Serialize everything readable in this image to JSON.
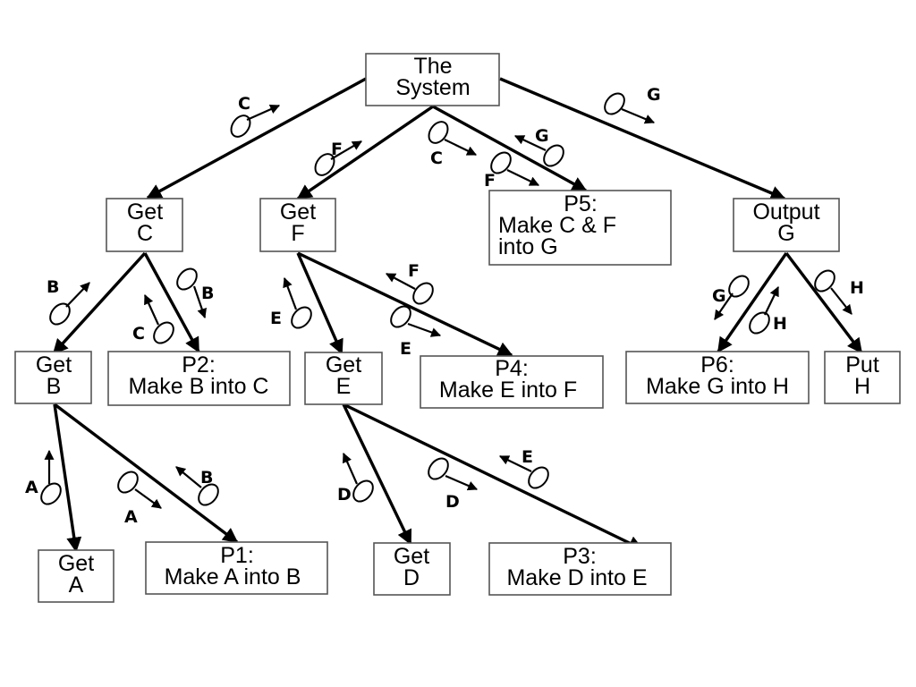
{
  "nodes": {
    "system": [
      "The",
      "System"
    ],
    "get_c": [
      "Get",
      "C"
    ],
    "get_f": [
      "Get",
      "F"
    ],
    "p5": [
      "P5:",
      "Make C & F",
      "into G"
    ],
    "output_g": [
      "Output",
      "G"
    ],
    "get_b": [
      "Get",
      "B"
    ],
    "p2": [
      "P2:",
      "Make B into C"
    ],
    "get_e": [
      "Get",
      "E"
    ],
    "p4": [
      "P4:",
      "Make E into F"
    ],
    "p6": [
      "P6:",
      "Make G into H"
    ],
    "put_h": [
      "Put",
      "H"
    ],
    "get_a": [
      "Get",
      "A"
    ],
    "p1": [
      "P1:",
      "Make A into B"
    ],
    "get_d": [
      "Get",
      "D"
    ],
    "p3": [
      "P3:",
      "Make D into E"
    ]
  },
  "flows": {
    "system_getc": "C",
    "system_getf": "F",
    "system_p5_c": "C",
    "system_p5_g": "G",
    "system_p5_f": "F",
    "system_outputg": "G",
    "getc_getb": "B",
    "getc_p2_b": "B",
    "getc_p2_c": "C",
    "getf_gete": "E",
    "getf_p4_f": "F",
    "getf_p4_e": "E",
    "outputg_p6_g": "G",
    "outputg_p6_h": "H",
    "outputg_puth": "H",
    "getb_geta": "A",
    "getb_p1_a": "A",
    "getb_p1_b": "B",
    "gete_getd": "D",
    "gete_p3_d": "D",
    "gete_p3_e": "E"
  }
}
